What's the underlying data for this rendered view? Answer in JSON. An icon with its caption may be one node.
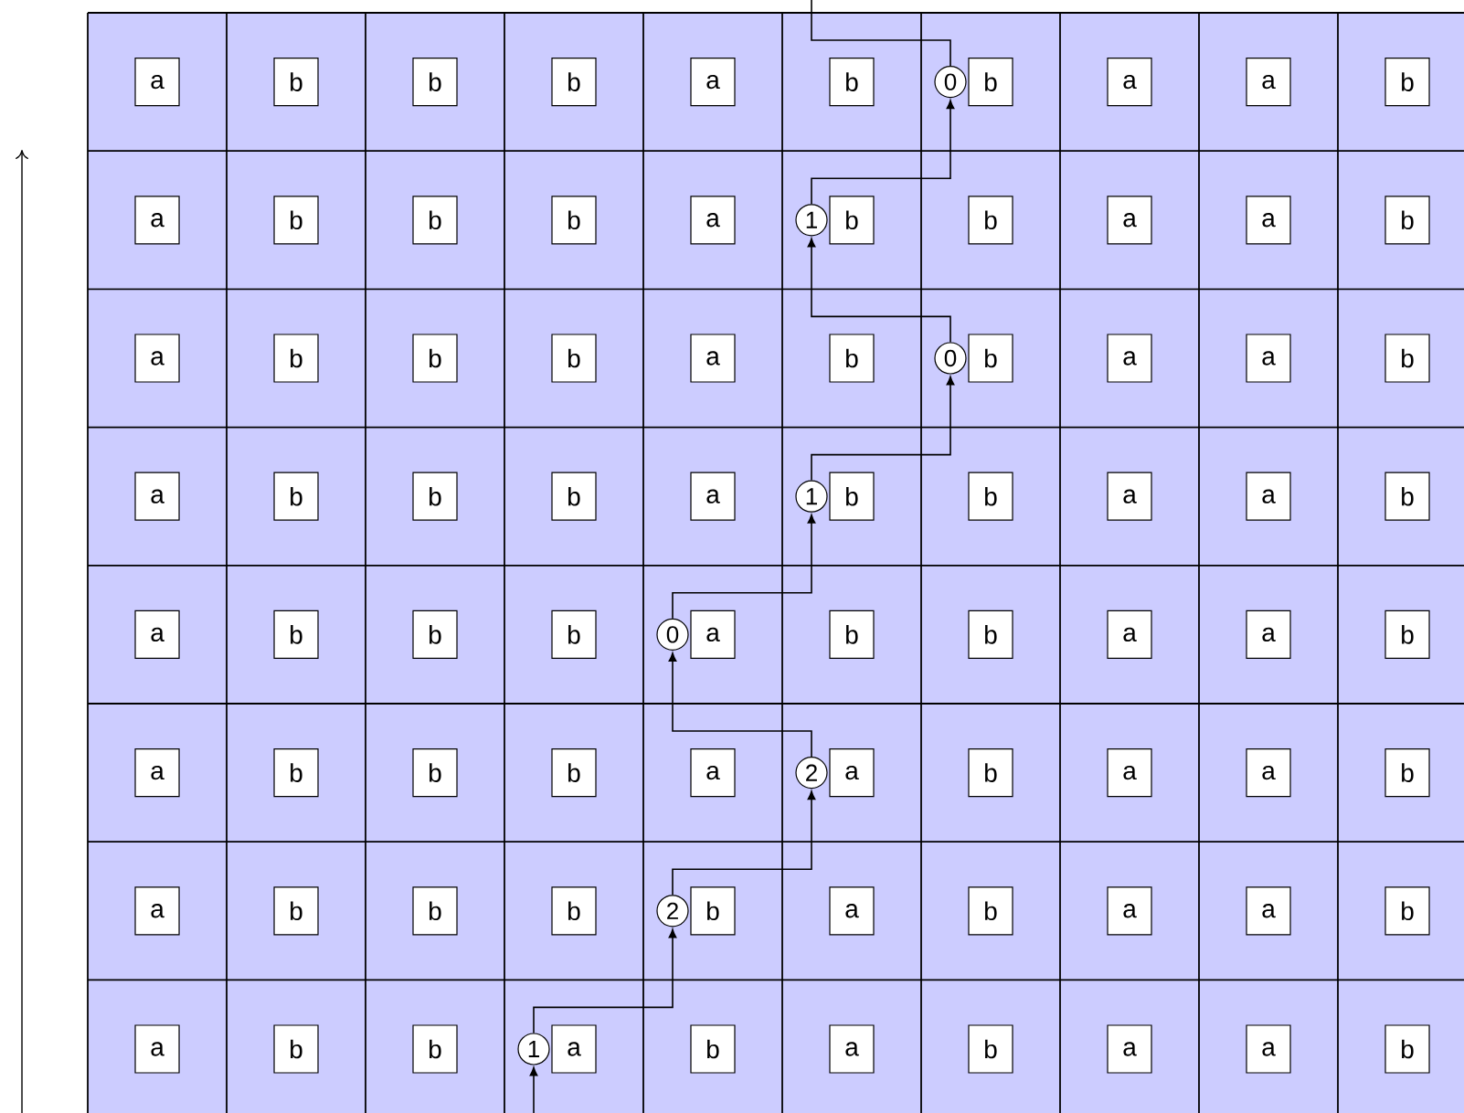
{
  "diagram": {
    "nodes": [
      {
        "text": [
          "a"
        ]
      },
      {
        "text": [
          "b"
        ]
      },
      {
        "text": [
          "b"
        ]
      },
      {
        "text": [
          "b"
        ]
      },
      {
        "text": [
          "a"
        ]
      },
      {
        "text": [
          "b"
        ]
      },
      {
        "text": [
          "0"
        ]
      },
      {
        "text": [
          "b"
        ]
      },
      {
        "text": [
          "a"
        ]
      },
      {
        "text": [
          "a"
        ]
      },
      {
        "text": [
          "b"
        ]
      },
      {
        "text": [
          "a"
        ]
      },
      {
        "text": [
          "b"
        ]
      },
      {
        "text": [
          "b"
        ]
      },
      {
        "text": [
          "b"
        ]
      },
      {
        "text": [
          "a"
        ]
      },
      {
        "text": [
          "1"
        ]
      },
      {
        "text": [
          "b"
        ]
      },
      {
        "text": [
          "b"
        ]
      },
      {
        "text": [
          "a"
        ]
      },
      {
        "text": [
          "a"
        ]
      },
      {
        "text": [
          "b"
        ]
      },
      {
        "text": [
          "a"
        ]
      },
      {
        "text": [
          "b"
        ]
      },
      {
        "text": [
          "b"
        ]
      },
      {
        "text": [
          "b"
        ]
      },
      {
        "text": [
          "a"
        ]
      },
      {
        "text": [
          "b"
        ]
      },
      {
        "text": [
          "0"
        ]
      },
      {
        "text": [
          "b"
        ]
      },
      {
        "text": [
          "a"
        ]
      },
      {
        "text": [
          "a"
        ]
      },
      {
        "text": [
          "b"
        ]
      },
      {
        "text": [
          "a"
        ]
      },
      {
        "text": [
          "b"
        ]
      },
      {
        "text": [
          "b"
        ]
      },
      {
        "text": [
          "b"
        ]
      },
      {
        "text": [
          "a"
        ]
      },
      {
        "text": [
          "1"
        ]
      },
      {
        "text": [
          "b"
        ]
      },
      {
        "text": [
          "b"
        ]
      },
      {
        "text": [
          "a"
        ]
      },
      {
        "text": [
          "a"
        ]
      },
      {
        "text": [
          "b"
        ]
      },
      {
        "text": [
          "a"
        ]
      },
      {
        "text": [
          "b"
        ]
      },
      {
        "text": [
          "b"
        ]
      },
      {
        "text": [
          "b"
        ]
      },
      {
        "text": [
          "0"
        ]
      },
      {
        "text": [
          "a"
        ]
      },
      {
        "text": [
          "b"
        ]
      },
      {
        "text": [
          "b"
        ]
      },
      {
        "text": [
          "a"
        ]
      },
      {
        "text": [
          "a"
        ]
      },
      {
        "text": [
          "b"
        ]
      },
      {
        "text": [
          "a"
        ]
      },
      {
        "text": [
          "b"
        ]
      },
      {
        "text": [
          "b"
        ]
      },
      {
        "text": [
          "b"
        ]
      },
      {
        "text": [
          "a"
        ]
      },
      {
        "text": [
          "2"
        ]
      },
      {
        "text": [
          "a"
        ]
      },
      {
        "text": [
          "b"
        ]
      },
      {
        "text": [
          "a"
        ]
      },
      {
        "text": [
          "a"
        ]
      },
      {
        "text": [
          "b"
        ]
      },
      {
        "text": [
          "a"
        ]
      },
      {
        "text": [
          "b"
        ]
      },
      {
        "text": [
          "b"
        ]
      },
      {
        "text": [
          "b"
        ]
      },
      {
        "text": [
          "2"
        ]
      },
      {
        "text": [
          "b"
        ]
      },
      {
        "text": [
          "a"
        ]
      },
      {
        "text": [
          "b"
        ]
      },
      {
        "text": [
          "a"
        ]
      },
      {
        "text": [
          "a"
        ]
      },
      {
        "text": [
          "b"
        ]
      },
      {
        "text": [
          "a"
        ]
      },
      {
        "text": [
          "b"
        ]
      },
      {
        "text": [
          "b"
        ]
      },
      {
        "text": [
          "1"
        ]
      },
      {
        "text": [
          "a"
        ]
      },
      {
        "text": [
          "b"
        ]
      },
      {
        "text": [
          "a"
        ]
      },
      {
        "text": [
          "b"
        ]
      },
      {
        "text": [
          "a"
        ]
      },
      {
        "text": [
          "a"
        ]
      },
      {
        "text": [
          "b"
        ]
      }
    ],
    "edges": [
      {
        "from": null,
        "to": 80,
        "arrow": "to"
      },
      {
        "from": 80,
        "to": 70,
        "arrow": "to"
      },
      {
        "from": 70,
        "to": 60,
        "arrow": "to"
      },
      {
        "from": 60,
        "to": 48,
        "arrow": "to"
      },
      {
        "from": 48,
        "to": 38,
        "arrow": "to"
      },
      {
        "from": 38,
        "to": 28,
        "arrow": "to"
      },
      {
        "from": 28,
        "to": 16,
        "arrow": "to"
      },
      {
        "from": 16,
        "to": 6,
        "arrow": "to"
      },
      {
        "from": 6,
        "to": null,
        "arrow": "none"
      }
    ]
  }
}
